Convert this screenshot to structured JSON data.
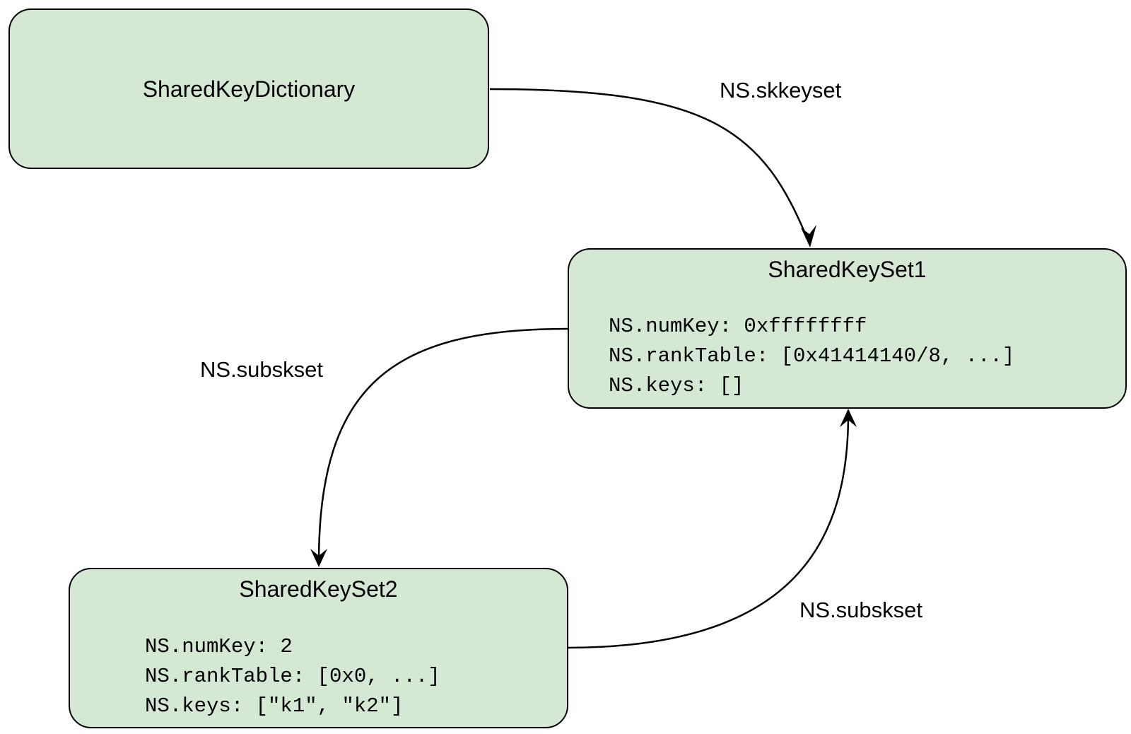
{
  "colors": {
    "node_fill": "#d5e8d4",
    "node_border": "#000000",
    "edge": "#000000"
  },
  "nodes": {
    "dictionary": {
      "title": "SharedKeyDictionary"
    },
    "keyset1": {
      "title": "SharedKeySet1",
      "fields": [
        "NS.numKey: 0xffffffff",
        "NS.rankTable: [0x41414140/8, ...]",
        "NS.keys: []"
      ]
    },
    "keyset2": {
      "title": "SharedKeySet2",
      "fields": [
        "NS.numKey: 2",
        "NS.rankTable: [0x0, ...]",
        "NS.keys: [\"k1\", \"k2\"]"
      ]
    }
  },
  "edges": [
    {
      "from": "dictionary",
      "to": "keyset1",
      "label": "NS.skkeyset"
    },
    {
      "from": "keyset1",
      "to": "keyset2",
      "label": "NS.subskset"
    },
    {
      "from": "keyset2",
      "to": "keyset1",
      "label": "NS.subskset"
    }
  ]
}
